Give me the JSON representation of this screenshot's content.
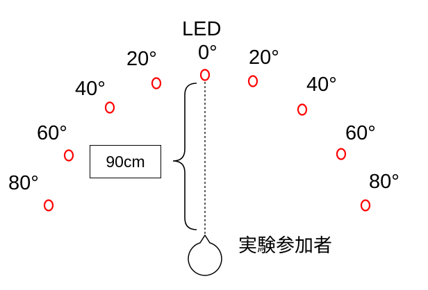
{
  "source_label": "LED",
  "distance_label": "90cm",
  "participant_label": "実験参加者",
  "led_color": "#ff0000",
  "left_angle_labels": [
    "0°",
    "20°",
    "40°",
    "60°",
    "80°"
  ],
  "right_angle_labels": [
    "20°",
    "40°",
    "60°",
    "80°"
  ]
}
